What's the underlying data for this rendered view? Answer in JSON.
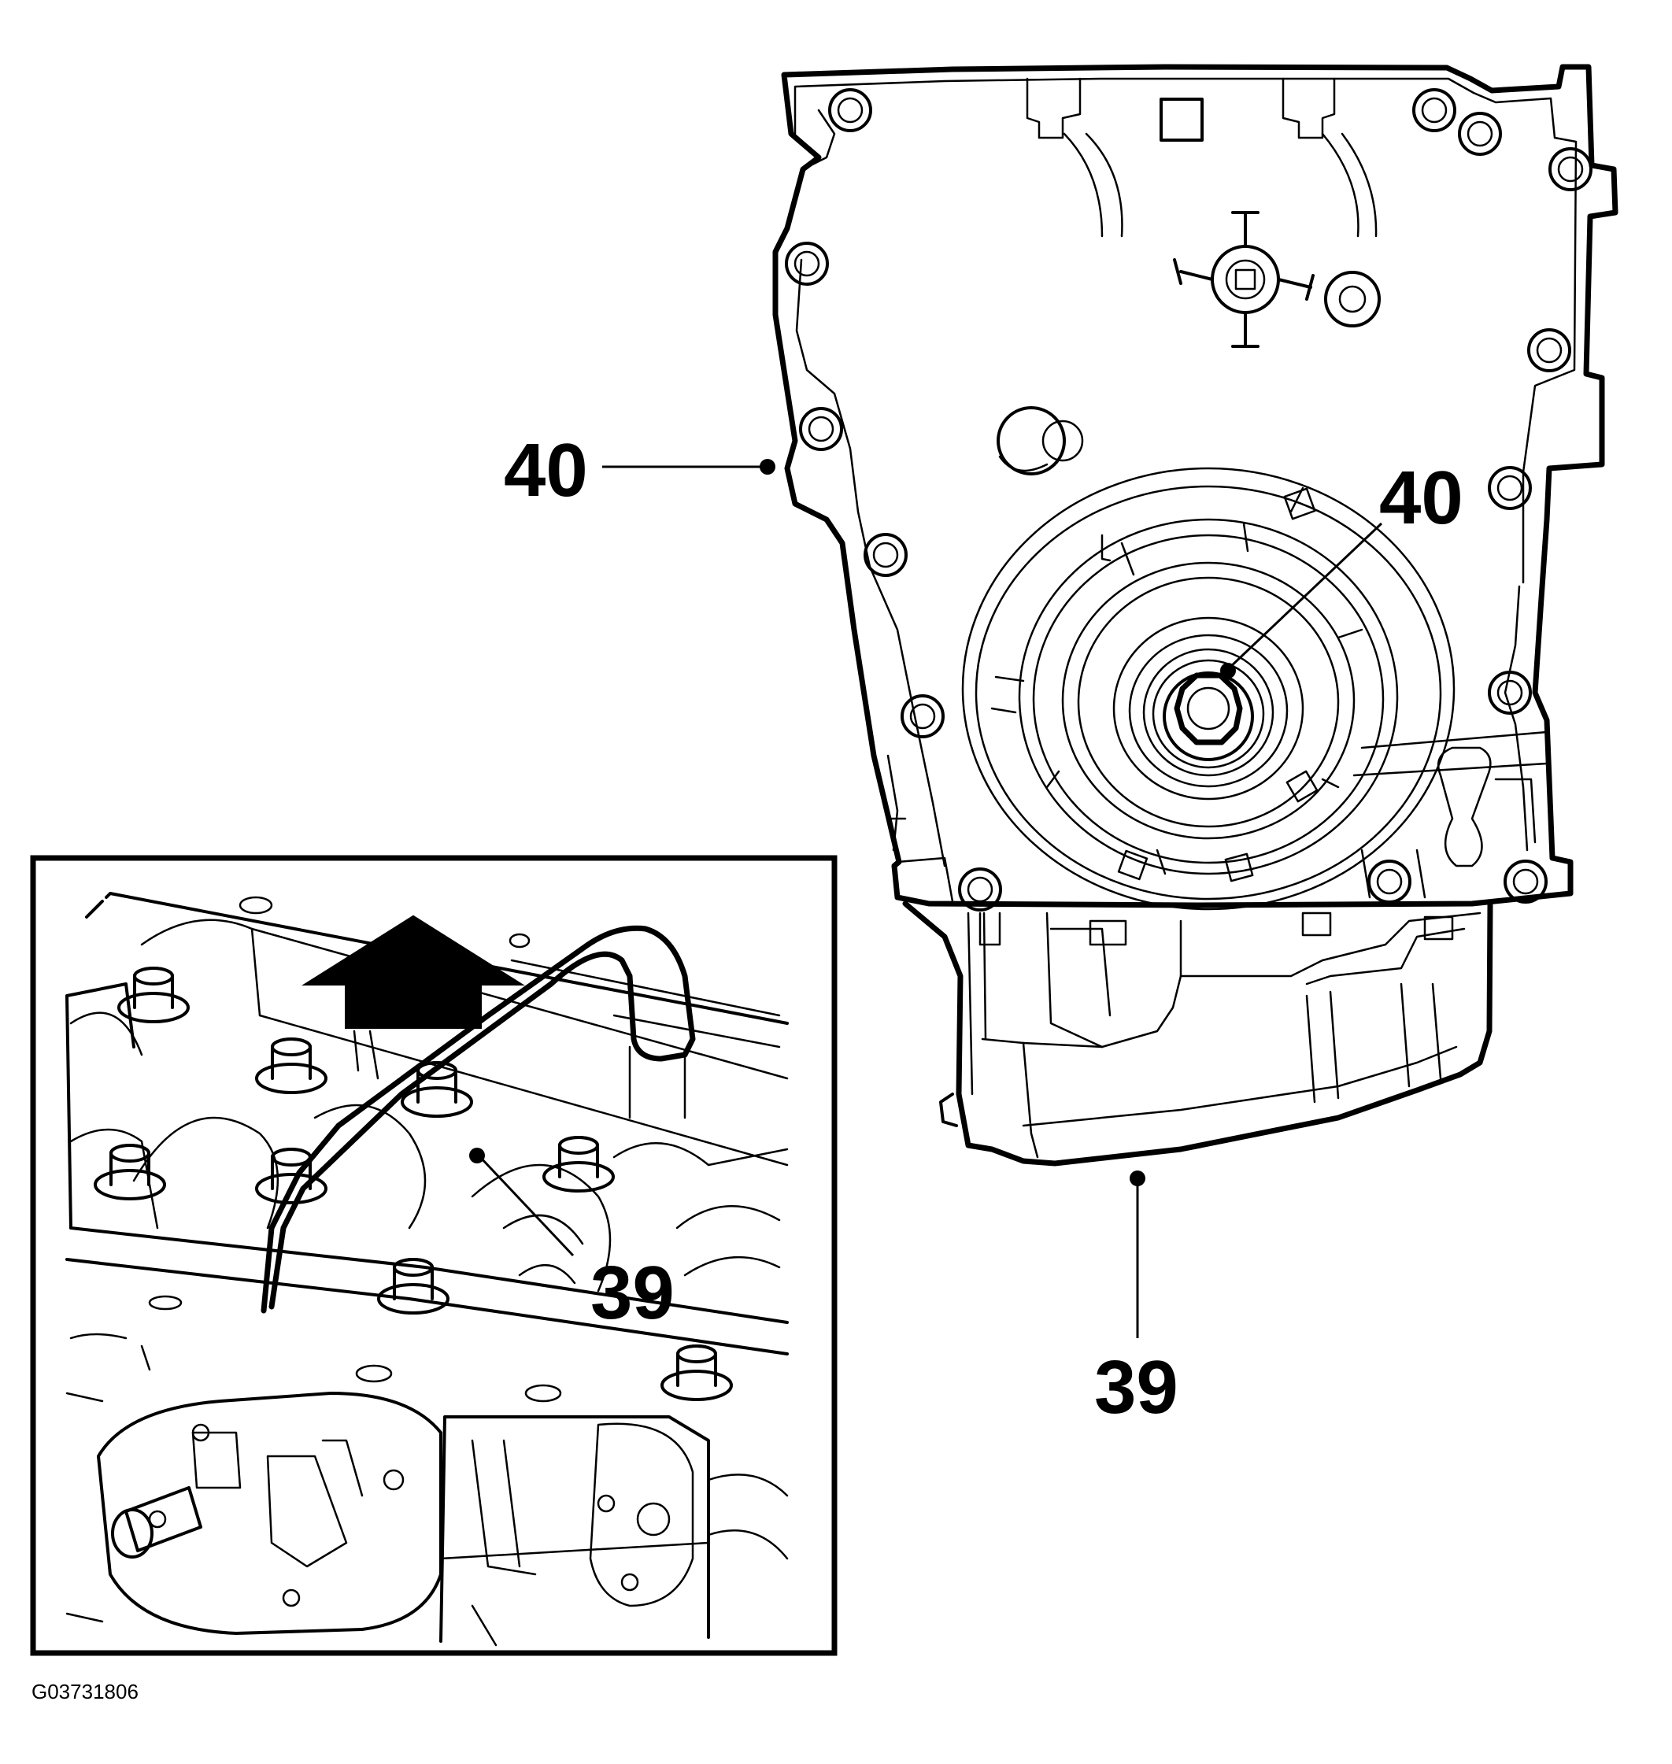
{
  "callouts": {
    "upper_cover_left": "40",
    "upper_cover_center": "40",
    "oil_pan": "39",
    "inset_tube": "39"
  },
  "figure_id": "G03731806",
  "icons": {
    "arrow": "up-arrow-icon"
  },
  "colors": {
    "line": "#000000",
    "background": "#ffffff"
  }
}
